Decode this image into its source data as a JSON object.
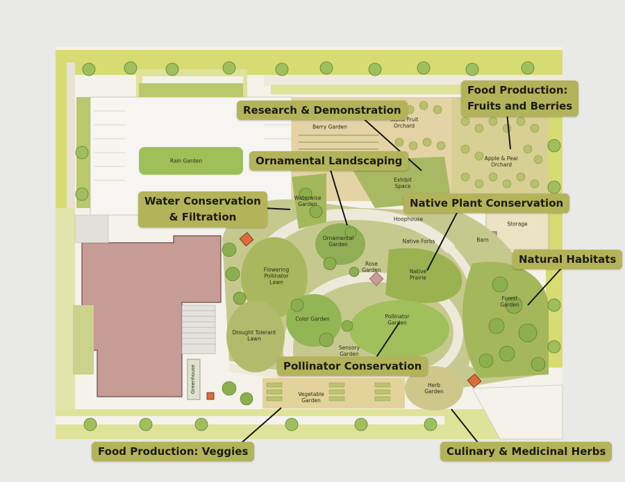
{
  "callouts": {
    "food_fruits": [
      "Food Production:",
      "Fruits and Berries"
    ],
    "research": "Research & Demonstration",
    "ornamental": "Ornamental Landscaping",
    "water": [
      "Water Conservation",
      "& Filtration"
    ],
    "native_plant": "Native Plant Conservation",
    "natural_habitats": "Natural Habitats",
    "pollinator": "Pollinator Conservation",
    "veggies": "Food Production: Veggies",
    "herbs": "Culinary & Medicinal Herbs"
  },
  "areas": {
    "berry_garden": "Berry Garden",
    "stone_fruit": [
      "Stone Fruit",
      "Orchard"
    ],
    "apple_pear": [
      "Apple & Pear",
      "Orchard"
    ],
    "rain_garden": "Rain Garden",
    "exhibit_space": [
      "Exhibit",
      "Space"
    ],
    "waterwise": [
      "Waterwise",
      "Garden"
    ],
    "hoophouse": "Hoophouse",
    "storage": "Storage",
    "barn": "Barn",
    "native_forbs": "Native Forbs",
    "ornamental_garden": [
      "Ornamental",
      "Garden"
    ],
    "flowering_lawn": [
      "Flowering",
      "Pollinator",
      "Lawn"
    ],
    "rose_garden": [
      "Rose",
      "Garden"
    ],
    "native_prairie": [
      "Native",
      "Prairie"
    ],
    "forest_garden": [
      "Forest",
      "Garden"
    ],
    "color_garden": "Color Garden",
    "pollinator_garden": [
      "Pollinator",
      "Garden"
    ],
    "drought_lawn": [
      "Drought Tolerant",
      "Lawn"
    ],
    "sensory_garden": [
      "Sensory",
      "Garden"
    ],
    "herb_garden": [
      "Herb",
      "Garden"
    ],
    "vegetable_garden": [
      "Vegetable",
      "Garden"
    ],
    "greenhouse": "Greenhouse"
  },
  "colors": {
    "callout_bg": "#b3b35a",
    "building": "#c79c96",
    "road_strip": "#d6dc72",
    "lawn": "#aab85c",
    "path": "#efe9db",
    "sand": "#e4d3a5"
  }
}
